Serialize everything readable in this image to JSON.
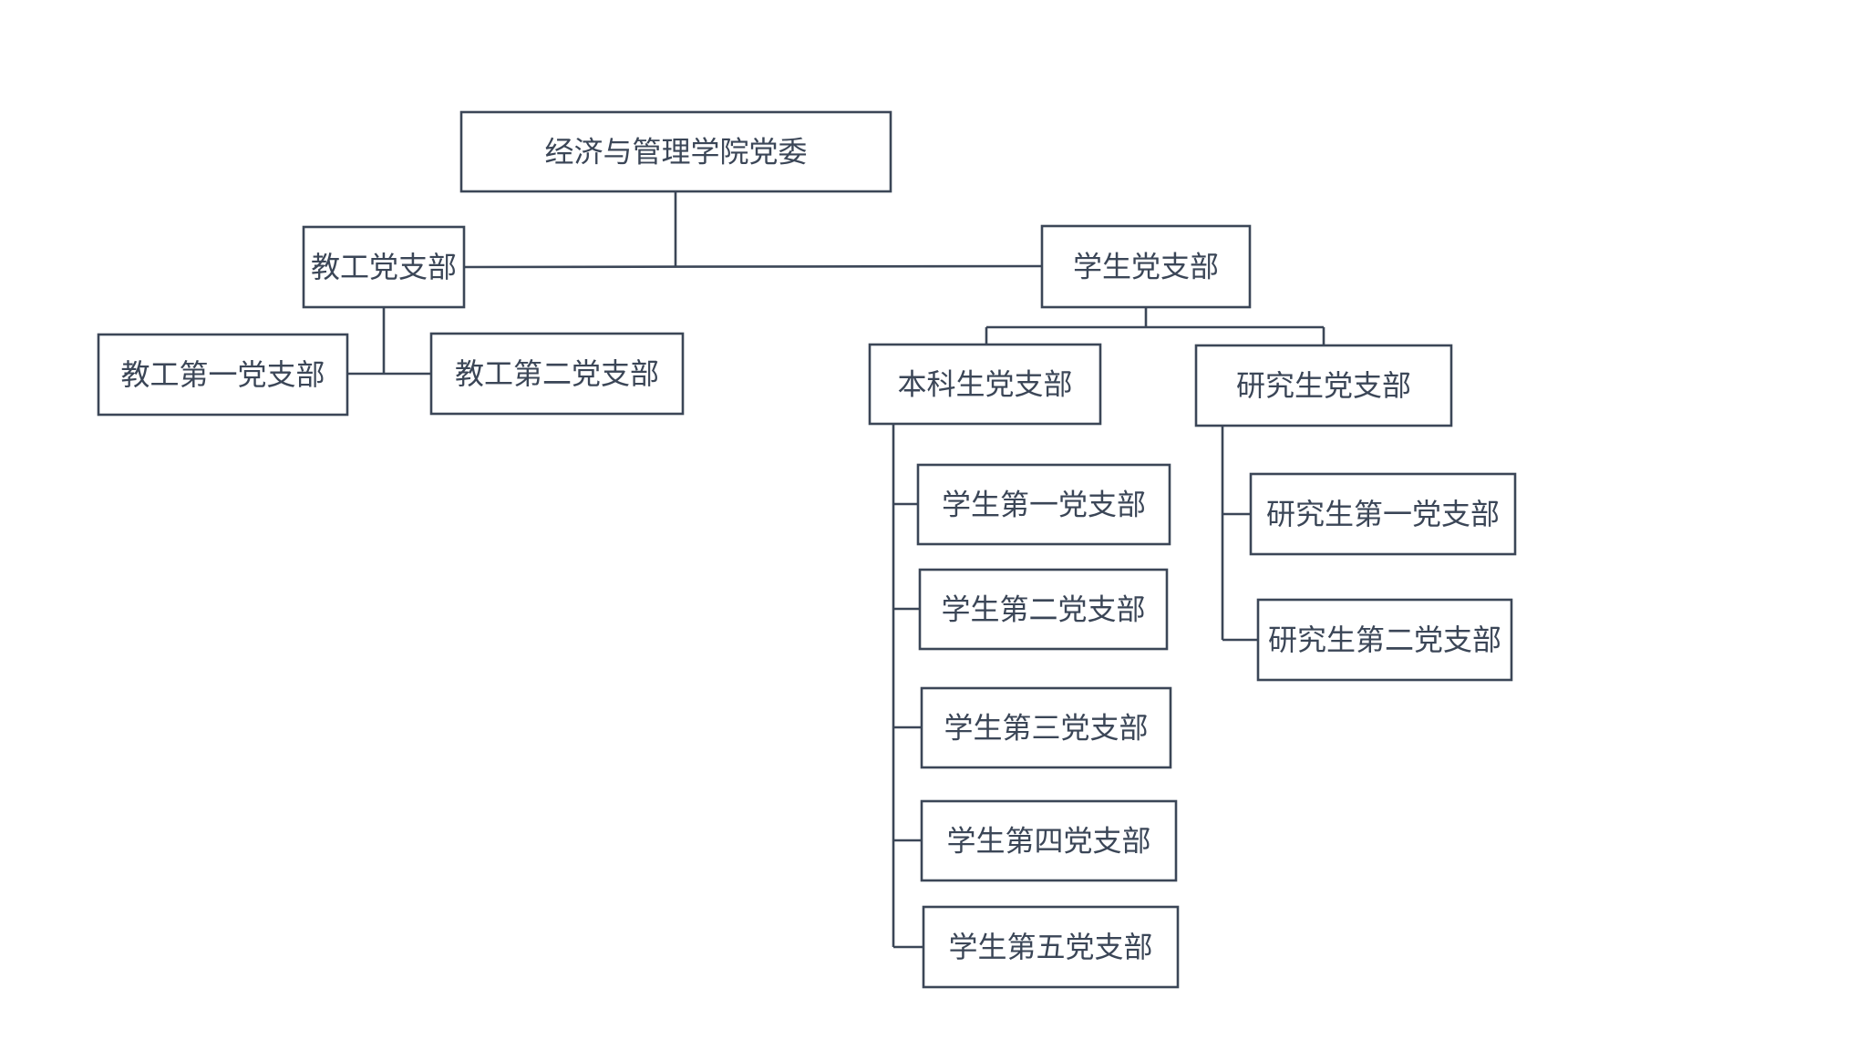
{
  "diagram": {
    "type": "org-chart",
    "colors": {
      "line": "#3b4657",
      "text": "#3b4657",
      "background": "#ffffff"
    },
    "nodes": [
      {
        "id": "root",
        "label": "经济与管理学院党委"
      },
      {
        "id": "faculty",
        "label": "教工党支部",
        "parent": "root"
      },
      {
        "id": "faculty1",
        "label": "教工第一党支部",
        "parent": "faculty"
      },
      {
        "id": "faculty2",
        "label": "教工第二党支部",
        "parent": "faculty"
      },
      {
        "id": "student",
        "label": "学生党支部",
        "parent": "root"
      },
      {
        "id": "ug",
        "label": "本科生党支部",
        "parent": "student"
      },
      {
        "id": "grad",
        "label": "研究生党支部",
        "parent": "student"
      },
      {
        "id": "ug1",
        "label": "学生第一党支部",
        "parent": "ug"
      },
      {
        "id": "ug2",
        "label": "学生第二党支部",
        "parent": "ug"
      },
      {
        "id": "ug3",
        "label": "学生第三党支部",
        "parent": "ug"
      },
      {
        "id": "ug4",
        "label": "学生第四党支部",
        "parent": "ug"
      },
      {
        "id": "ug5",
        "label": "学生第五党支部",
        "parent": "ug"
      },
      {
        "id": "grad1",
        "label": "研究生第一党支部",
        "parent": "grad"
      },
      {
        "id": "grad2",
        "label": "研究生第二党支部",
        "parent": "grad"
      }
    ]
  }
}
